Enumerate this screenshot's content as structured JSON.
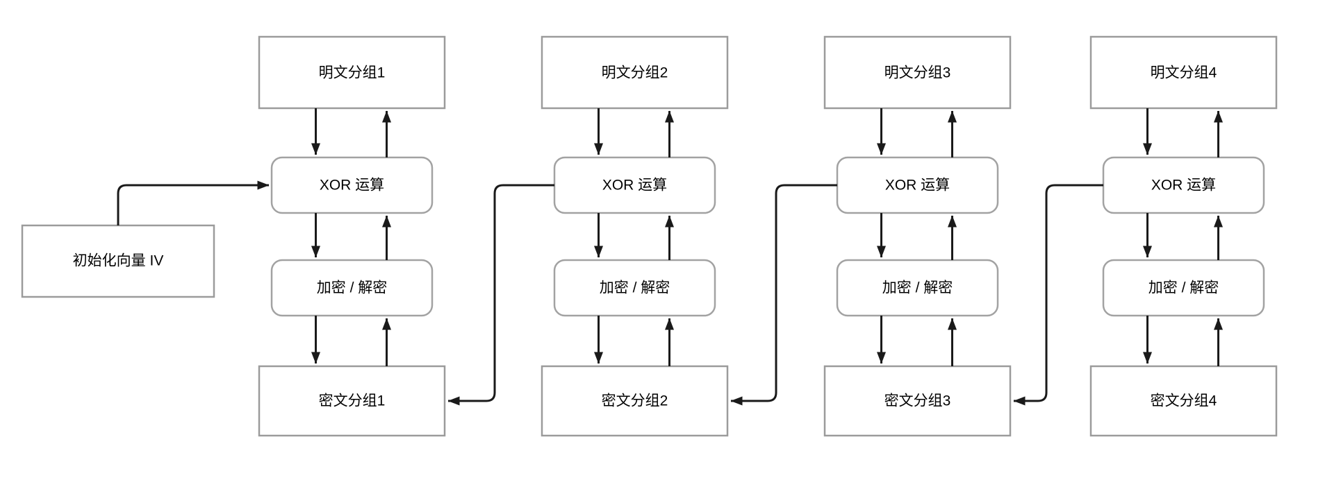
{
  "diagram": {
    "type": "flowchart",
    "topic": "CBC block cipher mode chaining",
    "iv": {
      "label": "初始化向量 IV"
    },
    "columns": [
      {
        "plaintext": "明文分组1",
        "xor": "XOR 运算",
        "cipher_op": "加密 / 解密",
        "ciphertext": "密文分组1"
      },
      {
        "plaintext": "明文分组2",
        "xor": "XOR 运算",
        "cipher_op": "加密 / 解密",
        "ciphertext": "密文分组2"
      },
      {
        "plaintext": "明文分组3",
        "xor": "XOR 运算",
        "cipher_op": "加密 / 解密",
        "ciphertext": "密文分组3"
      },
      {
        "plaintext": "明文分组4",
        "xor": "XOR 运算",
        "cipher_op": "加密 / 解密",
        "ciphertext": "密文分组4"
      }
    ],
    "colors": {
      "background": "#ffffff",
      "box_border": "#9b9b9b",
      "rounded_box_border": "#a2a2a2",
      "arrow": "#1a1a1a",
      "text": "#000000"
    }
  }
}
